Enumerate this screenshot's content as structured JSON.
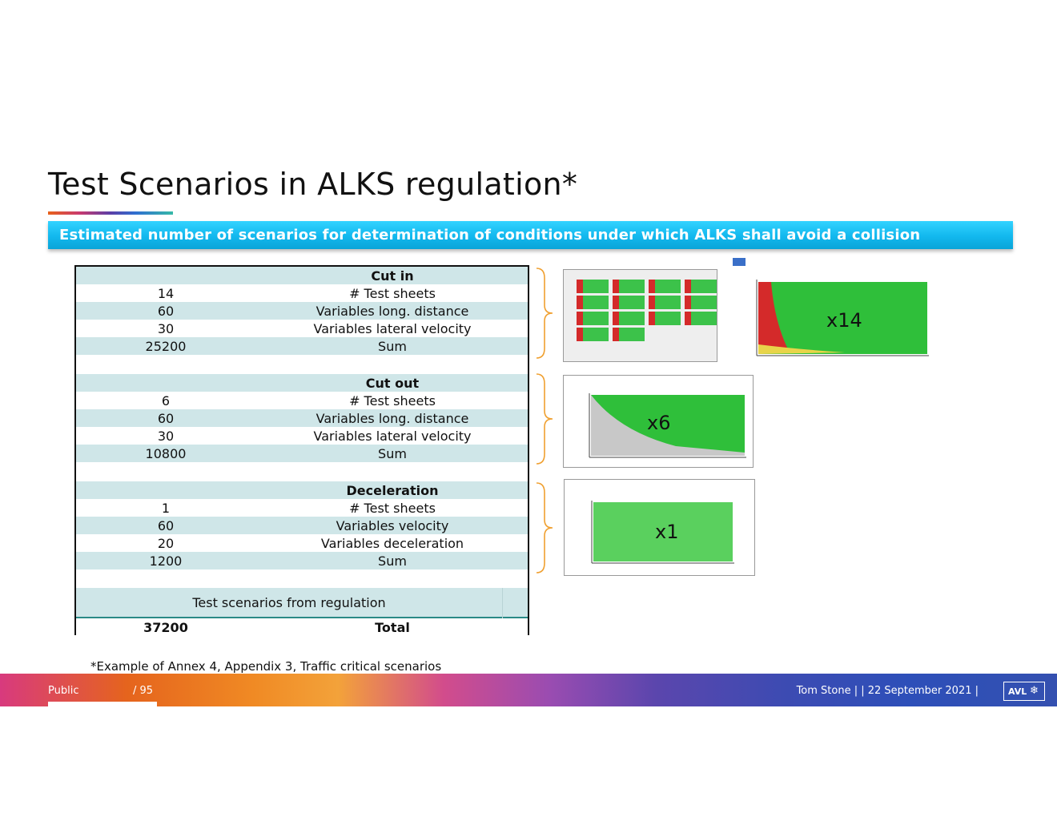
{
  "title": "Test Scenarios in ALKS regulation*",
  "banner": "Estimated number of scenarios for determination of conditions under which ALKS shall avoid a collision",
  "table": {
    "sections": [
      {
        "header": "Cut in",
        "rows": [
          {
            "value": "14",
            "label": "# Test sheets"
          },
          {
            "value": "60",
            "label": "Variables long. distance"
          },
          {
            "value": "30",
            "label": "Variables lateral velocity"
          },
          {
            "value": "25200",
            "label": "Sum"
          }
        ]
      },
      {
        "header": "Cut out",
        "rows": [
          {
            "value": "6",
            "label": "# Test sheets"
          },
          {
            "value": "60",
            "label": "Variables long. distance"
          },
          {
            "value": "30",
            "label": "Variables lateral velocity"
          },
          {
            "value": "10800",
            "label": "Sum"
          }
        ]
      },
      {
        "header": "Deceleration",
        "rows": [
          {
            "value": "1",
            "label": "# Test sheets"
          },
          {
            "value": "60",
            "label": "Variables velocity"
          },
          {
            "value": "20",
            "label": "Variables deceleration"
          },
          {
            "value": "1200",
            "label": "Sum"
          }
        ]
      }
    ],
    "regulation_label": "Test scenarios from regulation",
    "total_value": "37200",
    "total_label": "Total"
  },
  "multipliers": {
    "cut_in": "x14",
    "cut_out": "x6",
    "deceleration": "x1"
  },
  "footnote": "*Example of Annex 4, Appendix 3, Traffic critical scenarios",
  "footer": {
    "classification": "Public",
    "page": "/ 95",
    "meta": "Tom Stone |  | 22 September 2021 |",
    "logo": "AVL"
  },
  "colors": {
    "banner": "#12b8ee",
    "table_shade": "#cfe6e8",
    "brace": "#f0a030",
    "plot_green": "#2fbf3a",
    "plot_red": "#d42a2a"
  }
}
